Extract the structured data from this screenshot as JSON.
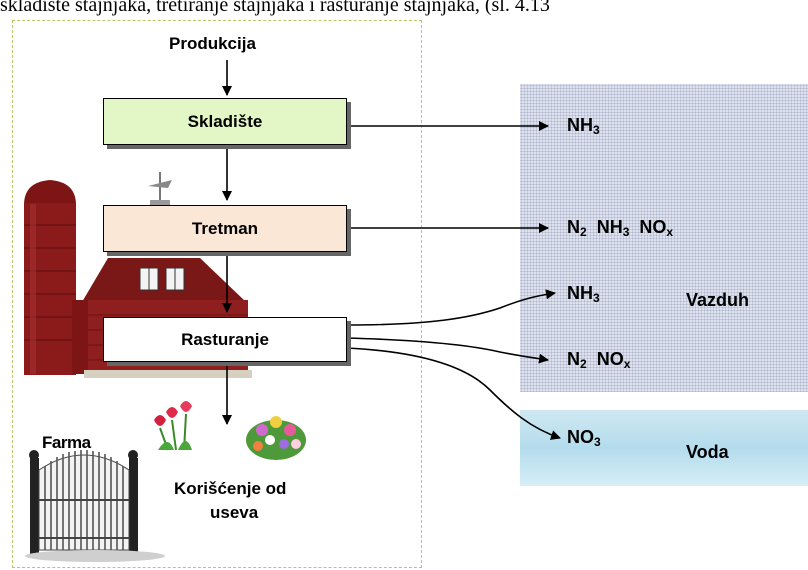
{
  "caption": "skladište stajnjaka, tretiranje stajnjaka i rasturanje stajnjaka, (sl. 4.13",
  "input_label": "Produkcija",
  "stages": {
    "storage": "Skladište",
    "treatment": "Tretman",
    "spreading": "Rasturanje"
  },
  "emissions": {
    "storage": {
      "nh3_main": "NH",
      "nh3_sub": "3"
    },
    "treatment": {
      "n2_main": "N",
      "n2_sub": "2",
      "nh3_main": "NH",
      "nh3_sub": "3",
      "nox_main": "NO",
      "nox_sub": "x"
    },
    "spreading_a": {
      "nh3_main": "NH",
      "nh3_sub": "3"
    },
    "spreading_b": {
      "n2_main": "N",
      "n2_sub": "2",
      "nox_main": "NO",
      "nox_sub": "x"
    },
    "spreading_c": {
      "no3_main": "NO",
      "no3_sub": "3"
    }
  },
  "zones": {
    "air": "Vazduh",
    "water": "Voda",
    "farm": "Farma"
  },
  "crop_use_line1": "Korišćenje od",
  "crop_use_line2": "useva",
  "colors": {
    "storage_fill": "#e3f6c6",
    "treatment_fill": "#fbe7d6",
    "spreading_fill": "#ffffff",
    "barn_red": "#8b1a1a",
    "air_panel": "#dde2ee",
    "water_panel": "#bfe0ee",
    "farm_border": "#b9c96a"
  }
}
